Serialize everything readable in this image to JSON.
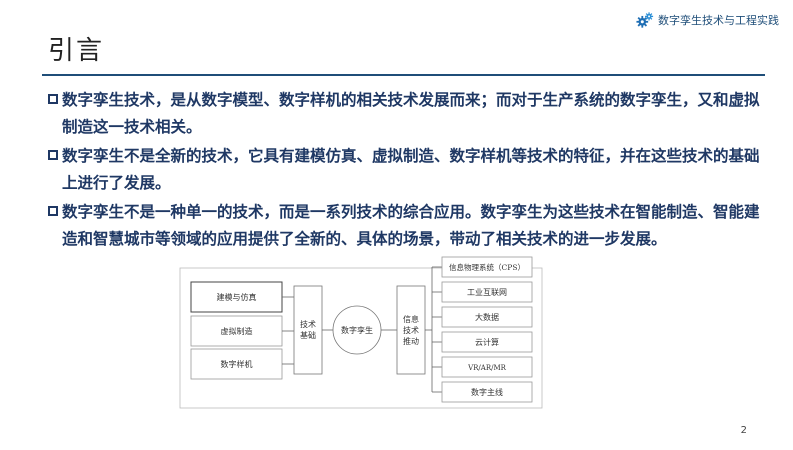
{
  "header": {
    "brand": "数字孪生技术与工程实践",
    "icon": "gear-icon"
  },
  "title": "引言",
  "bullets": [
    "数字孪生技术，是从数字模型、数字样机的相关技术发展而来；而对于生产系统的数字孪生，又和虚拟制造这一技术相关。",
    "数字孪生不是全新的技术，它具有建模仿真、虚拟制造、数字样机等技术的特征，并在这些技术的基础上进行了发展。",
    "数字孪生不是一种单一的技术，而是一系列技术的综合应用。数字孪生为这些技术在智能制造、智能建造和智慧城市等领域的应用提供了全新的、具体的场景，带动了相关技术的进一步发展。"
  ],
  "diagram": {
    "left_items": [
      "建模与仿真",
      "虚拟制造",
      "数字样机"
    ],
    "foundation_label": [
      "技术",
      "基础"
    ],
    "center_label": "数字孪生",
    "drive_label": [
      "信息",
      "技术",
      "推动"
    ],
    "right_items": [
      "信息物理系统（CPS）",
      "工业互联网",
      "大数据",
      "云计算",
      "VR/AR/MR",
      "数字主线"
    ]
  },
  "page_number": "2",
  "colors": {
    "brand": "#1f4e79",
    "text": "#1f3864"
  }
}
